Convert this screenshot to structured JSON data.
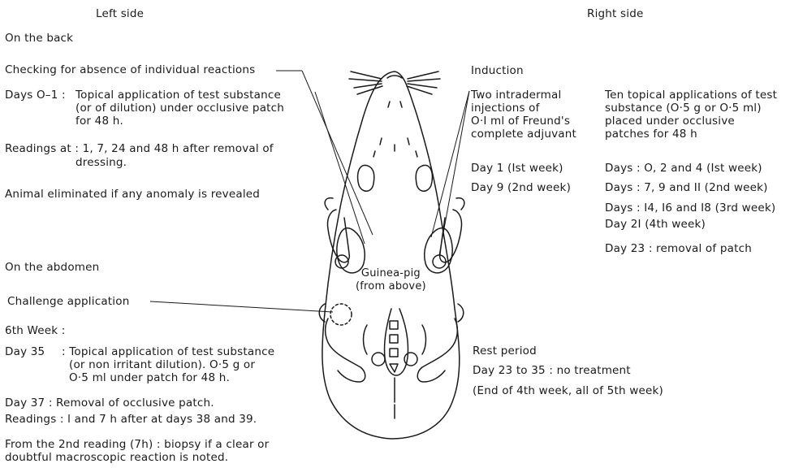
{
  "headers": {
    "left": "Left side",
    "right": "Right side"
  },
  "back": {
    "heading": "On the back",
    "checking": "Checking for absence of individual reactions",
    "days01_label": "Days O–1 :",
    "days01_text": "Topical application of test substance\n(or of dilution) under occlusive patch\nfor 48 h.",
    "readings_line1": "Readings at : 1, 7, 24 and 48 h after removal of",
    "readings_line2": "dressing.",
    "eliminated": "Animal eliminated if any anomaly is revealed"
  },
  "abdomen": {
    "heading": "On the abdomen",
    "challenge": "Challenge application",
    "week6": "6th Week :",
    "day35_label": "Day 35",
    "day35_text": ": Topical application of test substance\n  (or non irritant dilution). O·5 g or\n  O·5 ml under patch for 48 h.",
    "day37": "Day 37  :  Removal of occlusive patch.",
    "readings": "Readings : l and 7 h after at days 38 and 39.",
    "biopsy": "From the 2nd reading (7h) : biopsy if a clear or\ndoubtful macroscopic reaction is noted."
  },
  "animal": {
    "label": "Guinea-pig\n(from above)"
  },
  "induction": {
    "heading": "Induction",
    "intradermal": "Two intradermal\ninjections of\nO·I ml of Freund's\ncomplete adjuvant",
    "day1": "Day 1  (Ist week)",
    "day9": "Day 9  (2nd week)",
    "topical": "Ten topical applications of test\nsubstance (O·5 g or O·5 ml)\nplaced under occlusive\npatches for 48 h",
    "days024": "Days : O, 2 and 4 (Ist week)",
    "days7911": "Days :  7, 9 and II (2nd week)",
    "days141618": "Days : I4, I6 and I8  (3rd week)",
    "day21": "Day 2I (4th week)",
    "day23": "Day 23 : removal of patch"
  },
  "rest": {
    "heading": "Rest period",
    "days": "Day 23 to 35 : no treatment",
    "note": "(End of 4th week, all of 5th week)"
  }
}
